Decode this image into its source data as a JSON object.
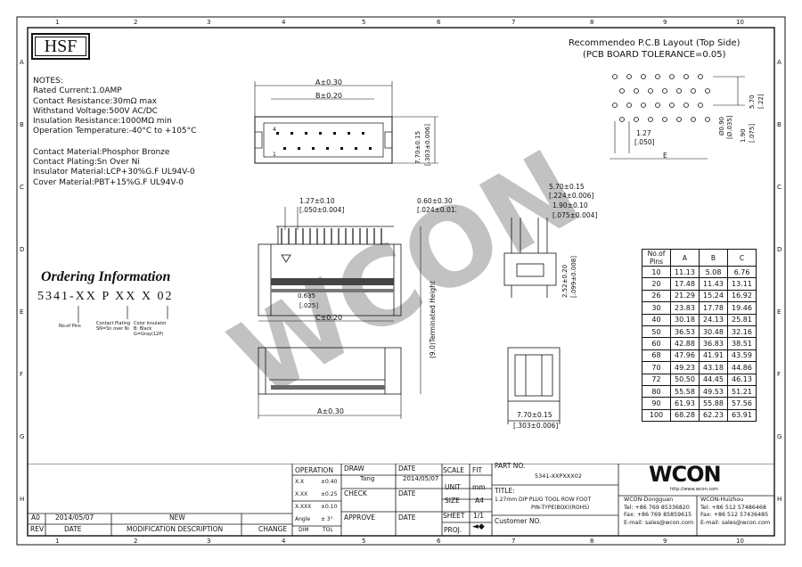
{
  "logo": "HSF",
  "pcb_title": [
    "Recommendeo P.C.B Layout (Top Side)",
    "(PCB BOARD TOLERANCE=0.05)"
  ],
  "notes": {
    "heading": "NOTES:",
    "lines": [
      "Rated Current:1.0AMP",
      "Contact Resistance:30mΩ max",
      "Withstand Voltage:500V AC/DC",
      "Insulation Resistance:1000MΩ min",
      "Operation Temperature:-40°C to +105°C"
    ],
    "materials": [
      "Contact Material:Phosphor Bronze",
      "Contact Plating:Sn Over Ni",
      "Insulator Material:LCP+30%G.F  UL94V-0",
      "Cover Material:PBT+15%G.F  UL94V-0"
    ]
  },
  "ordering": {
    "title": "Ordering Information",
    "code": "5341-XX P XX X 02",
    "labels": [
      "No.of Pins",
      "Contact Plating\nSN=Sn over Ni",
      "Color Insulator\nB: Black\nG=Gray(12P)"
    ]
  },
  "dims": {
    "a": "A±0.30",
    "b": "B±0.20",
    "c": "C±0.20",
    "h1": "7.70±0.15",
    "h1b": "[.303±0.006]",
    "pitch": "1.27±0.10",
    "pitch_in": "[.050±0.004]",
    "p060": "0.60±0.30",
    "p060_in": "[.024±0.012]",
    "p635": "0.635",
    "p635_in": "[.025]",
    "w570": "5.70±0.15",
    "w570_in": "[.224±0.006]",
    "w190": "1.90±0.10",
    "w190_in": "[.075±0.004]",
    "h252": "2.52±0.20",
    "h252_in": "[.099±0.008]",
    "term": "(9.0)Terminated Height",
    "w770": "7.70±0.15",
    "w770_in": "[.303±0.006]",
    "pcb_127": "1.27",
    "pcb_127_in": "[.050]",
    "pcb_570": "5.70",
    "pcb_570_in": "[.22]",
    "pcb_190": "1.90",
    "pcb_190_in": "[.075]",
    "pcb_hole": "Ø0.90",
    "pcb_hole_in": "[Ø.035]",
    "pcb_e": "E",
    "pin_a": "A",
    "pin_b": "4",
    "pin_c": "1"
  },
  "pin_table": {
    "headers": [
      "No.of Pins",
      "A",
      "B",
      "C"
    ],
    "rows": [
      [
        "10",
        "11.13",
        "5.08",
        "6.76"
      ],
      [
        "20",
        "17.48",
        "11.43",
        "13.11"
      ],
      [
        "26",
        "21.29",
        "15.24",
        "16.92"
      ],
      [
        "30",
        "23.83",
        "17.78",
        "19.46"
      ],
      [
        "40",
        "30.18",
        "24.13",
        "25.81"
      ],
      [
        "50",
        "36.53",
        "30.48",
        "32.16"
      ],
      [
        "60",
        "42.88",
        "36.83",
        "38.51"
      ],
      [
        "68",
        "47.96",
        "41.91",
        "43.59"
      ],
      [
        "70",
        "49.23",
        "43.18",
        "44.86"
      ],
      [
        "72",
        "50.50",
        "44.45",
        "46.13"
      ],
      [
        "80",
        "55.58",
        "49.53",
        "51.21"
      ],
      [
        "90",
        "61.93",
        "55.88",
        "57.56"
      ],
      [
        "100",
        "68.28",
        "62.23",
        "63.91"
      ]
    ]
  },
  "title_block": {
    "operation": "OPERATION",
    "tol_rows": [
      [
        "X.X",
        "±0.40"
      ],
      [
        "X.XX",
        "±0.25"
      ],
      [
        "X.XXX",
        "±0.10"
      ],
      [
        "Angle",
        "± 3°"
      ]
    ],
    "dim": "DIM",
    "tol": "TOL",
    "draw": "DRAW",
    "draw_name": "Tang",
    "check": "CHECK",
    "approve": "APPROVE",
    "date": "DATE",
    "date_val": "2014/05/07",
    "scale": "SCALE",
    "scale_val": "FIT",
    "unit": "UNIT",
    "unit_val": "mm",
    "size": "SIZE",
    "size_val": "A4",
    "sheet": "SHEET",
    "sheet_val": "1/1",
    "proj": "PROJ.",
    "part_no": "PART NO.",
    "part_val": "5341-XXPXXX02",
    "title_label": "TITLE:",
    "title_val": "1.27mm DIP PLUG TOOL ROW FOOT",
    "title_val2": "PIN-TYPE(BOX)(ROHS)",
    "customer": "Customer NO.",
    "rev_row": [
      "A0",
      "2014/05/07",
      "NEW"
    ],
    "rev_headers": [
      "REV",
      "DATE",
      "MODIFICATION  DESCRIPTION",
      "CHANGE"
    ],
    "brand": "WCON",
    "web": "http://www.wcon.com",
    "co1": "WCON-Dongguan",
    "co2": "WCON-Huizhou",
    "tel1": "Tel: +86 769 85336820",
    "tel2": "Tel: +86 512 57486468",
    "fax1": "Fax: +86 769 85859615",
    "fax2": "Fax: +86 512 57436485",
    "mail1": "E-mail: sales@wcon.com",
    "mail2": "E-mail: sales@wcon.com"
  },
  "border": {
    "cols": [
      "1",
      "2",
      "3",
      "4",
      "5",
      "6",
      "7",
      "8",
      "9",
      "10"
    ],
    "rows": [
      "A",
      "B",
      "C",
      "D",
      "E",
      "F",
      "G",
      "H"
    ]
  },
  "watermark": "WCON"
}
